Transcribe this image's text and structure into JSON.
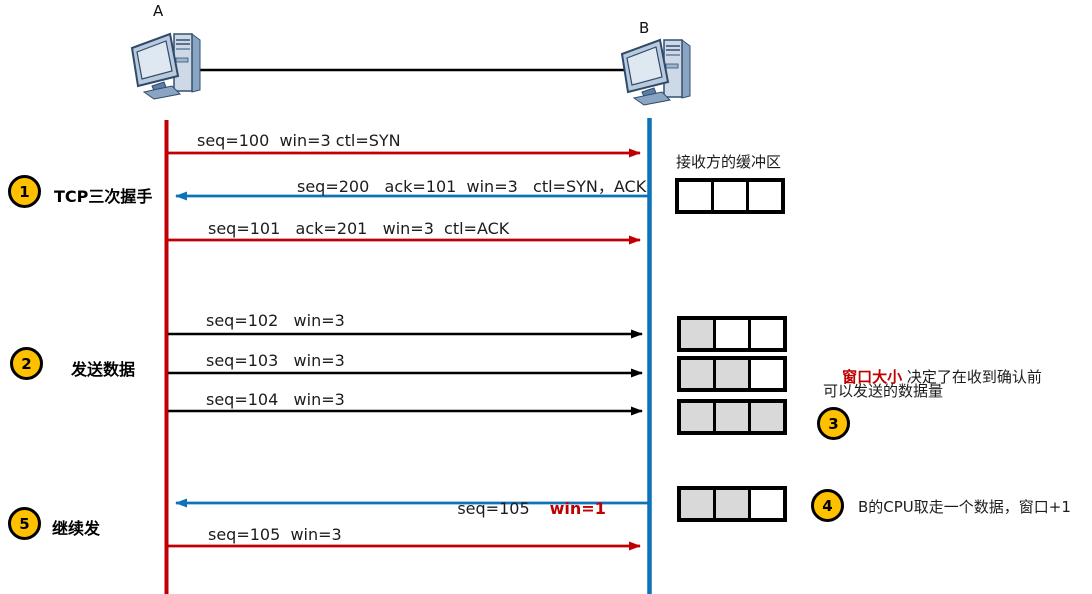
{
  "nodes": {
    "a_label": "A",
    "b_label": "B"
  },
  "colors": {
    "red": "#C00000",
    "blue": "#0E72B8",
    "black": "#000000",
    "circle_fill": "#FFC000",
    "cell_fill": "#D9D9D9"
  },
  "sections": {
    "handshake": {
      "num": "1",
      "label": "TCP三次握手"
    },
    "send_data": {
      "num": "2",
      "label": "发送数据"
    },
    "continue_send": {
      "num": "5",
      "label": "继续发"
    }
  },
  "messages": {
    "m1": "seq=100  win=3 ctl=SYN",
    "m2": "seq=200   ack=101  win=3   ctl=SYN，ACK",
    "m3": "seq=101   ack=201   win=3  ctl=ACK",
    "m4": "seq=102   win=3",
    "m5": "seq=103   win=3",
    "m6": "seq=104   win=3",
    "m7_text": "seq=105",
    "m7_highlight": "win=1",
    "m8": "seq=105  win=3"
  },
  "receiver_buffer_label": "接收方的缓冲区",
  "buffers": [
    {
      "cells": 3,
      "filled": 0
    },
    {
      "cells": 3,
      "filled": 1
    },
    {
      "cells": 3,
      "filled": 2
    },
    {
      "cells": 3,
      "filled": 3
    },
    {
      "cells": 3,
      "filled": 2
    }
  ],
  "annotations": {
    "window": {
      "num": "3",
      "highlight": "窗口大小",
      "line1_rest": " 决定了在收到确认前",
      "line2": "可以发送的数据量"
    },
    "cpu": {
      "num": "4",
      "text": "B的CPU取走一个数据，窗口+1"
    }
  }
}
